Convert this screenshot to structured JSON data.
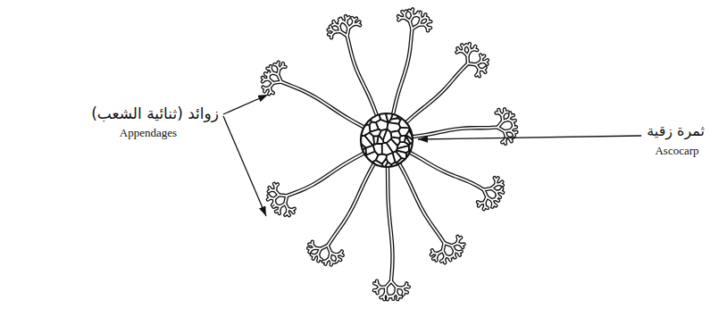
{
  "diagram": {
    "labels": [
      "زوائد (ثنائية الشعب)",
      "Appendages",
      "ثمرة زقية",
      "Ascocarp"
    ]
  }
}
